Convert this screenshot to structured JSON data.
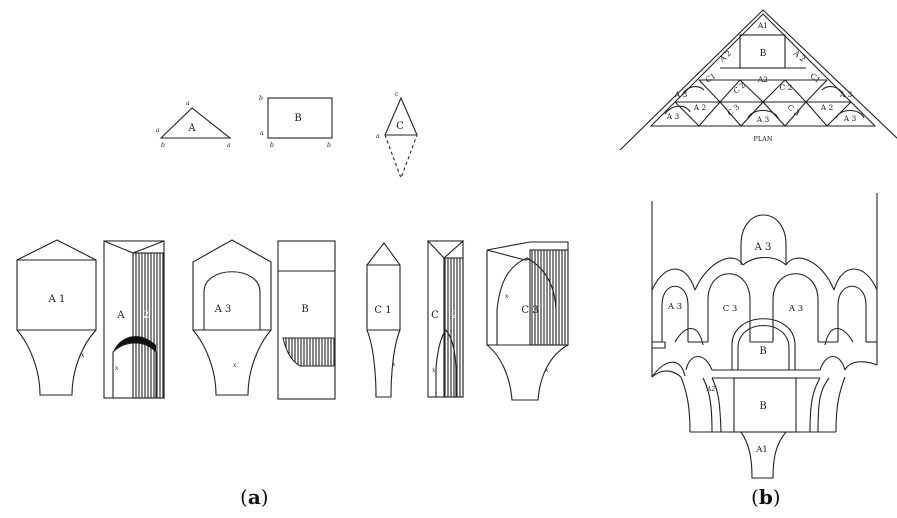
{
  "captions": {
    "a": "(a)",
    "a_letter": "a",
    "b": "(b)",
    "b_letter": "b"
  },
  "basic_shapes": {
    "triangle": {
      "label": "A",
      "corners": [
        "a",
        "a",
        "b",
        "a"
      ]
    },
    "rectangle": {
      "label": "B",
      "corners": [
        "b",
        "a",
        "b",
        "b"
      ]
    },
    "rhombus": {
      "label": "C",
      "corners": [
        "c",
        "a"
      ]
    }
  },
  "pieces": {
    "A1": "A 1",
    "A2_letter": "A",
    "A2_number": "2",
    "A3": "A 3",
    "B": "B",
    "C1": "C 1",
    "C2_letter": "C",
    "C2_number": "2",
    "C3": "C 3",
    "x": "x"
  },
  "plan": {
    "title": "PLAN",
    "labels": [
      "A1",
      "B",
      "A 2",
      "A 2",
      "A 3",
      "C1",
      "A2",
      "C1",
      "A 3",
      "C 2",
      "C 2",
      "A 2",
      "C 3",
      "A 3",
      "C 3",
      "A 2",
      "A 3",
      "A 3"
    ]
  },
  "elevation": {
    "labels": [
      "A 3",
      "A 3",
      "C 3",
      "A 3",
      "B",
      "A2",
      "B",
      "A1"
    ]
  },
  "colors": {
    "ink": "#222222",
    "background": "#ffffff"
  }
}
